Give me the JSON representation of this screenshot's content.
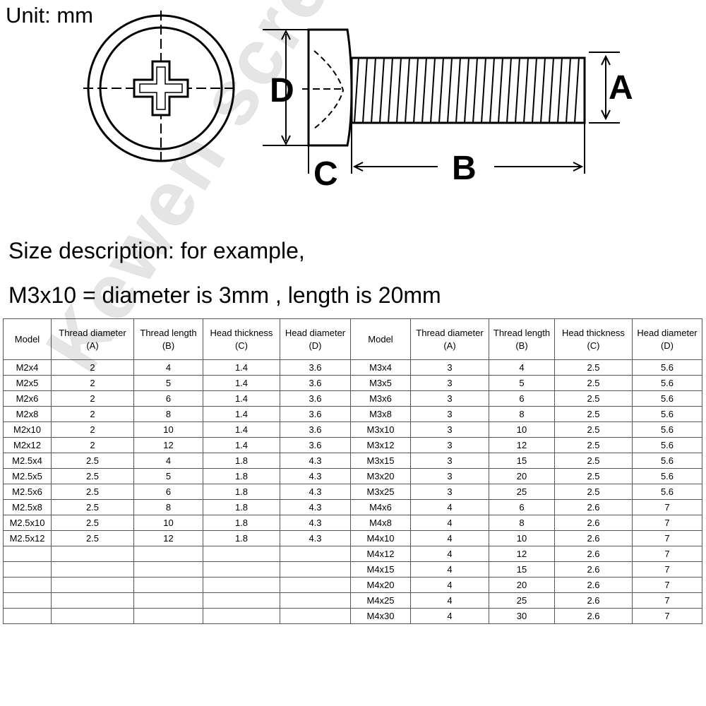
{
  "unit_label": "Unit: mm",
  "diagram": {
    "labels": {
      "a": "A",
      "b": "B",
      "c": "C",
      "d": "D"
    }
  },
  "description": {
    "line1": "Size description: for example,",
    "line2": "M3x10 =  diameter is 3mm , length is 20mm"
  },
  "watermark": "Kewen screw sto",
  "table": {
    "headers": [
      {
        "line1": "Model",
        "line2": ""
      },
      {
        "line1": "Thread diameter",
        "line2": "(A)"
      },
      {
        "line1": "Thread length",
        "line2": "(B)"
      },
      {
        "line1": "Head thickness",
        "line2": "(C)"
      },
      {
        "line1": "Head diameter",
        "line2": "(D)"
      },
      {
        "line1": "Model",
        "line2": ""
      },
      {
        "line1": "Thread diameter",
        "line2": "(A)"
      },
      {
        "line1": "Thread length",
        "line2": "(B)"
      },
      {
        "line1": "Head thickness",
        "line2": "(C)"
      },
      {
        "line1": "Head diameter",
        "line2": "(D)"
      }
    ],
    "rows": [
      [
        "M2x4",
        "2",
        "4",
        "1.4",
        "3.6",
        "M3x4",
        "3",
        "4",
        "2.5",
        "5.6"
      ],
      [
        "M2x5",
        "2",
        "5",
        "1.4",
        "3.6",
        "M3x5",
        "3",
        "5",
        "2.5",
        "5.6"
      ],
      [
        "M2x6",
        "2",
        "6",
        "1.4",
        "3.6",
        "M3x6",
        "3",
        "6",
        "2.5",
        "5.6"
      ],
      [
        "M2x8",
        "2",
        "8",
        "1.4",
        "3.6",
        "M3x8",
        "3",
        "8",
        "2.5",
        "5.6"
      ],
      [
        "M2x10",
        "2",
        "10",
        "1.4",
        "3.6",
        "M3x10",
        "3",
        "10",
        "2.5",
        "5.6"
      ],
      [
        "M2x12",
        "2",
        "12",
        "1.4",
        "3.6",
        "M3x12",
        "3",
        "12",
        "2.5",
        "5.6"
      ],
      [
        "M2.5x4",
        "2.5",
        "4",
        "1.8",
        "4.3",
        "M3x15",
        "3",
        "15",
        "2.5",
        "5.6"
      ],
      [
        "M2.5x5",
        "2.5",
        "5",
        "1.8",
        "4.3",
        "M3x20",
        "3",
        "20",
        "2.5",
        "5.6"
      ],
      [
        "M2.5x6",
        "2.5",
        "6",
        "1.8",
        "4.3",
        "M3x25",
        "3",
        "25",
        "2.5",
        "5.6"
      ],
      [
        "M2.5x8",
        "2.5",
        "8",
        "1.8",
        "4.3",
        "M4x6",
        "4",
        "6",
        "2.6",
        "7"
      ],
      [
        "M2.5x10",
        "2.5",
        "10",
        "1.8",
        "4.3",
        "M4x8",
        "4",
        "8",
        "2.6",
        "7"
      ],
      [
        "M2.5x12",
        "2.5",
        "12",
        "1.8",
        "4.3",
        "M4x10",
        "4",
        "10",
        "2.6",
        "7"
      ],
      [
        "",
        "",
        "",
        "",
        "",
        "M4x12",
        "4",
        "12",
        "2.6",
        "7"
      ],
      [
        "",
        "",
        "",
        "",
        "",
        "M4x15",
        "4",
        "15",
        "2.6",
        "7"
      ],
      [
        "",
        "",
        "",
        "",
        "",
        "M4x20",
        "4",
        "20",
        "2.6",
        "7"
      ],
      [
        "",
        "",
        "",
        "",
        "",
        "M4x25",
        "4",
        "25",
        "2.6",
        "7"
      ],
      [
        "",
        "",
        "",
        "",
        "",
        "M4x30",
        "4",
        "30",
        "2.6",
        "7"
      ]
    ]
  }
}
